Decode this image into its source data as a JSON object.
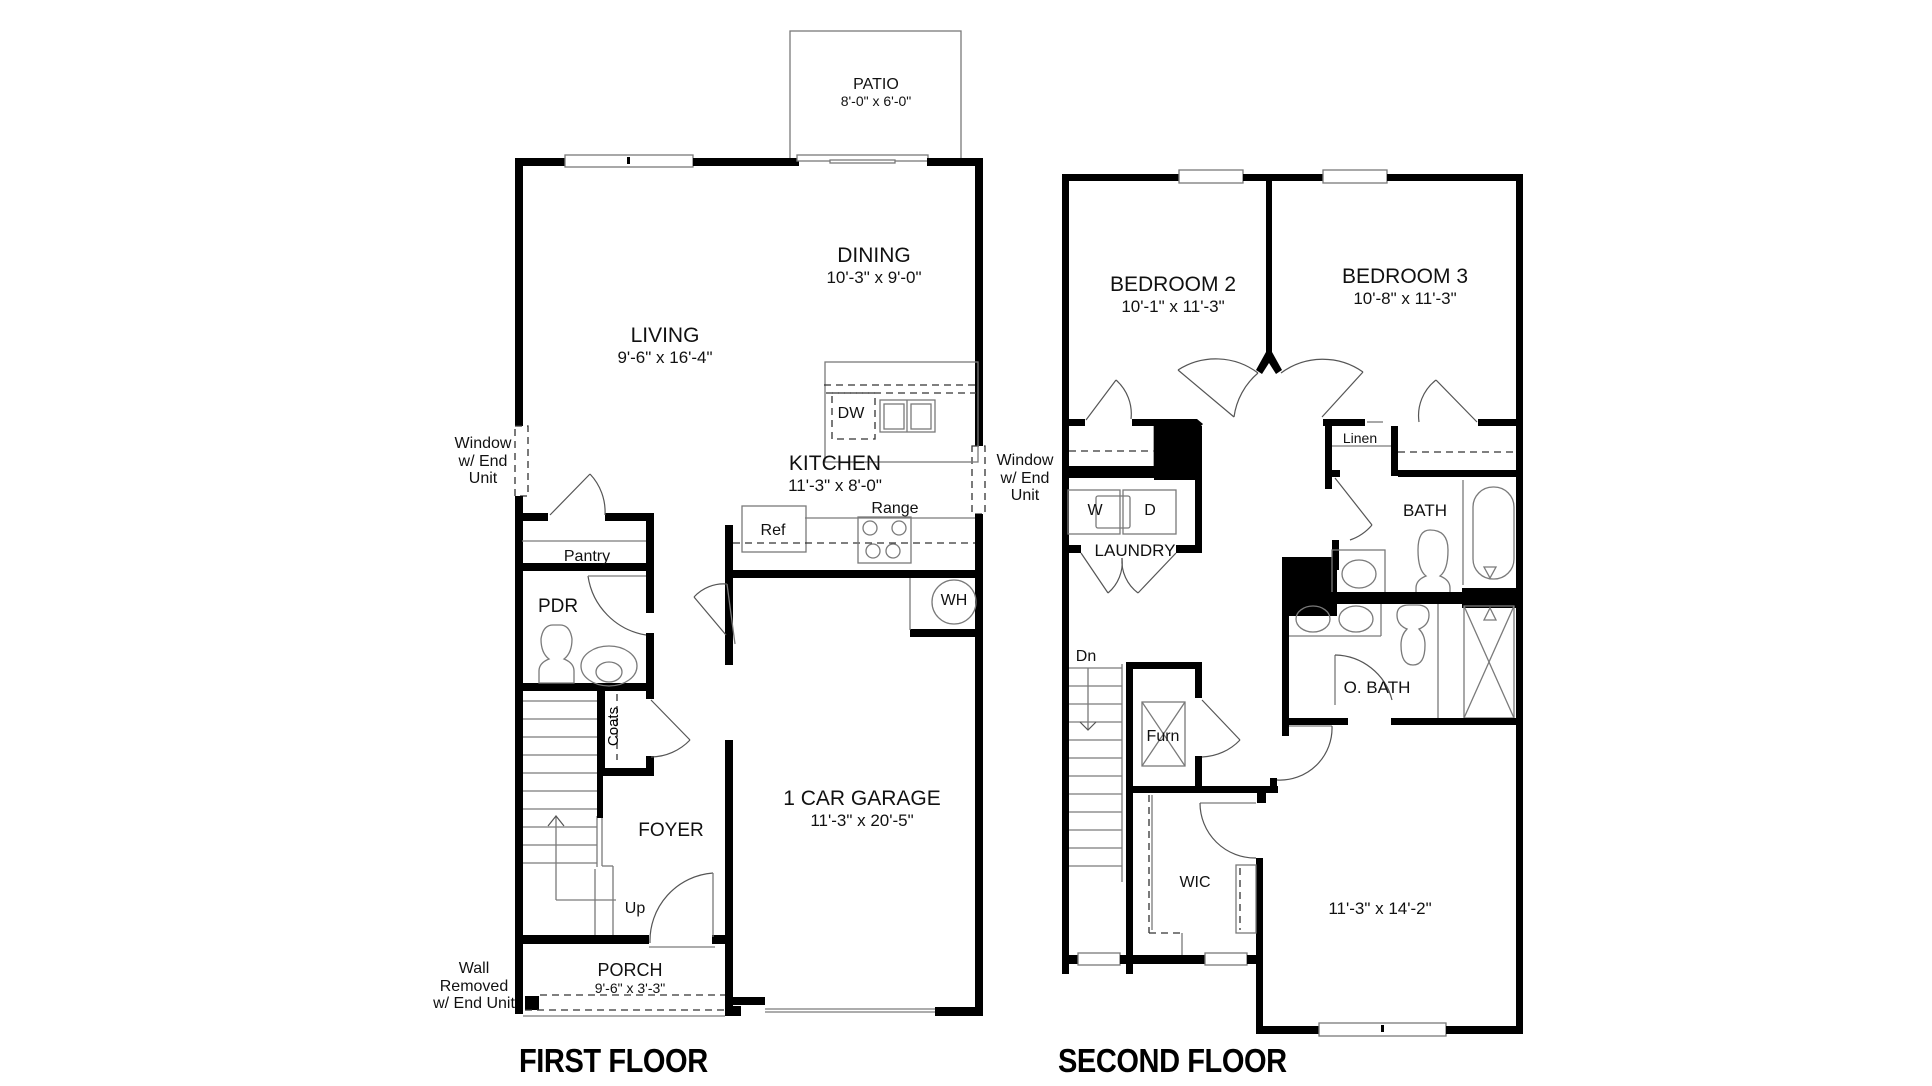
{
  "floors": [
    {
      "title": "FIRST FLOOR",
      "rooms": {
        "patio": {
          "name": "PATIO",
          "dims": "8'-0\" x 6'-0\""
        },
        "dining": {
          "name": "DINING",
          "dims": "10'-3\" x 9'-0\""
        },
        "living": {
          "name": "LIVING",
          "dims": "9'-6\" x 16'-4\""
        },
        "kitchen": {
          "name": "KITCHEN",
          "dims": "11'-3\" x 8'-0\""
        },
        "garage": {
          "name": "1 CAR GARAGE",
          "dims": "11'-3\" x 20'-5\""
        },
        "porch": {
          "name": "PORCH",
          "dims": "9'-6\" x 3'-3\""
        },
        "foyer": {
          "name": "FOYER"
        },
        "pdr": {
          "name": "PDR"
        },
        "pantry": {
          "name": "Pantry"
        },
        "coats": {
          "name": "Coats"
        }
      },
      "fixtures": {
        "dw": "DW",
        "ref": "Ref",
        "range": "Range",
        "wh": "WH",
        "stairs_up": "Up"
      },
      "notes": {
        "window_left": [
          "Window",
          "w/ End",
          "Unit"
        ],
        "window_right": [
          "Window",
          "w/ End",
          "Unit"
        ],
        "wall_removed": [
          "Wall",
          "Removed",
          "w/ End Unit"
        ]
      }
    },
    {
      "title": "SECOND FLOOR",
      "rooms": {
        "bedroom2": {
          "name": "BEDROOM 2",
          "dims": "10'-1\" x 11'-3\""
        },
        "bedroom3": {
          "name": "BEDROOM 3",
          "dims": "10'-8\" x 11'-3\""
        },
        "owner_bedroom": {
          "dims": "11'-3\" x 14'-2\""
        },
        "laundry": {
          "name": "LAUNDRY"
        },
        "bath": {
          "name": "BATH"
        },
        "owner_bath": {
          "name": "O. BATH"
        },
        "linen": {
          "name": "Linen"
        },
        "wic": {
          "name": "WIC"
        },
        "furnace": {
          "name": "Furn"
        }
      },
      "fixtures": {
        "washer": "W",
        "dryer": "D",
        "stairs_down": "Dn"
      }
    }
  ]
}
